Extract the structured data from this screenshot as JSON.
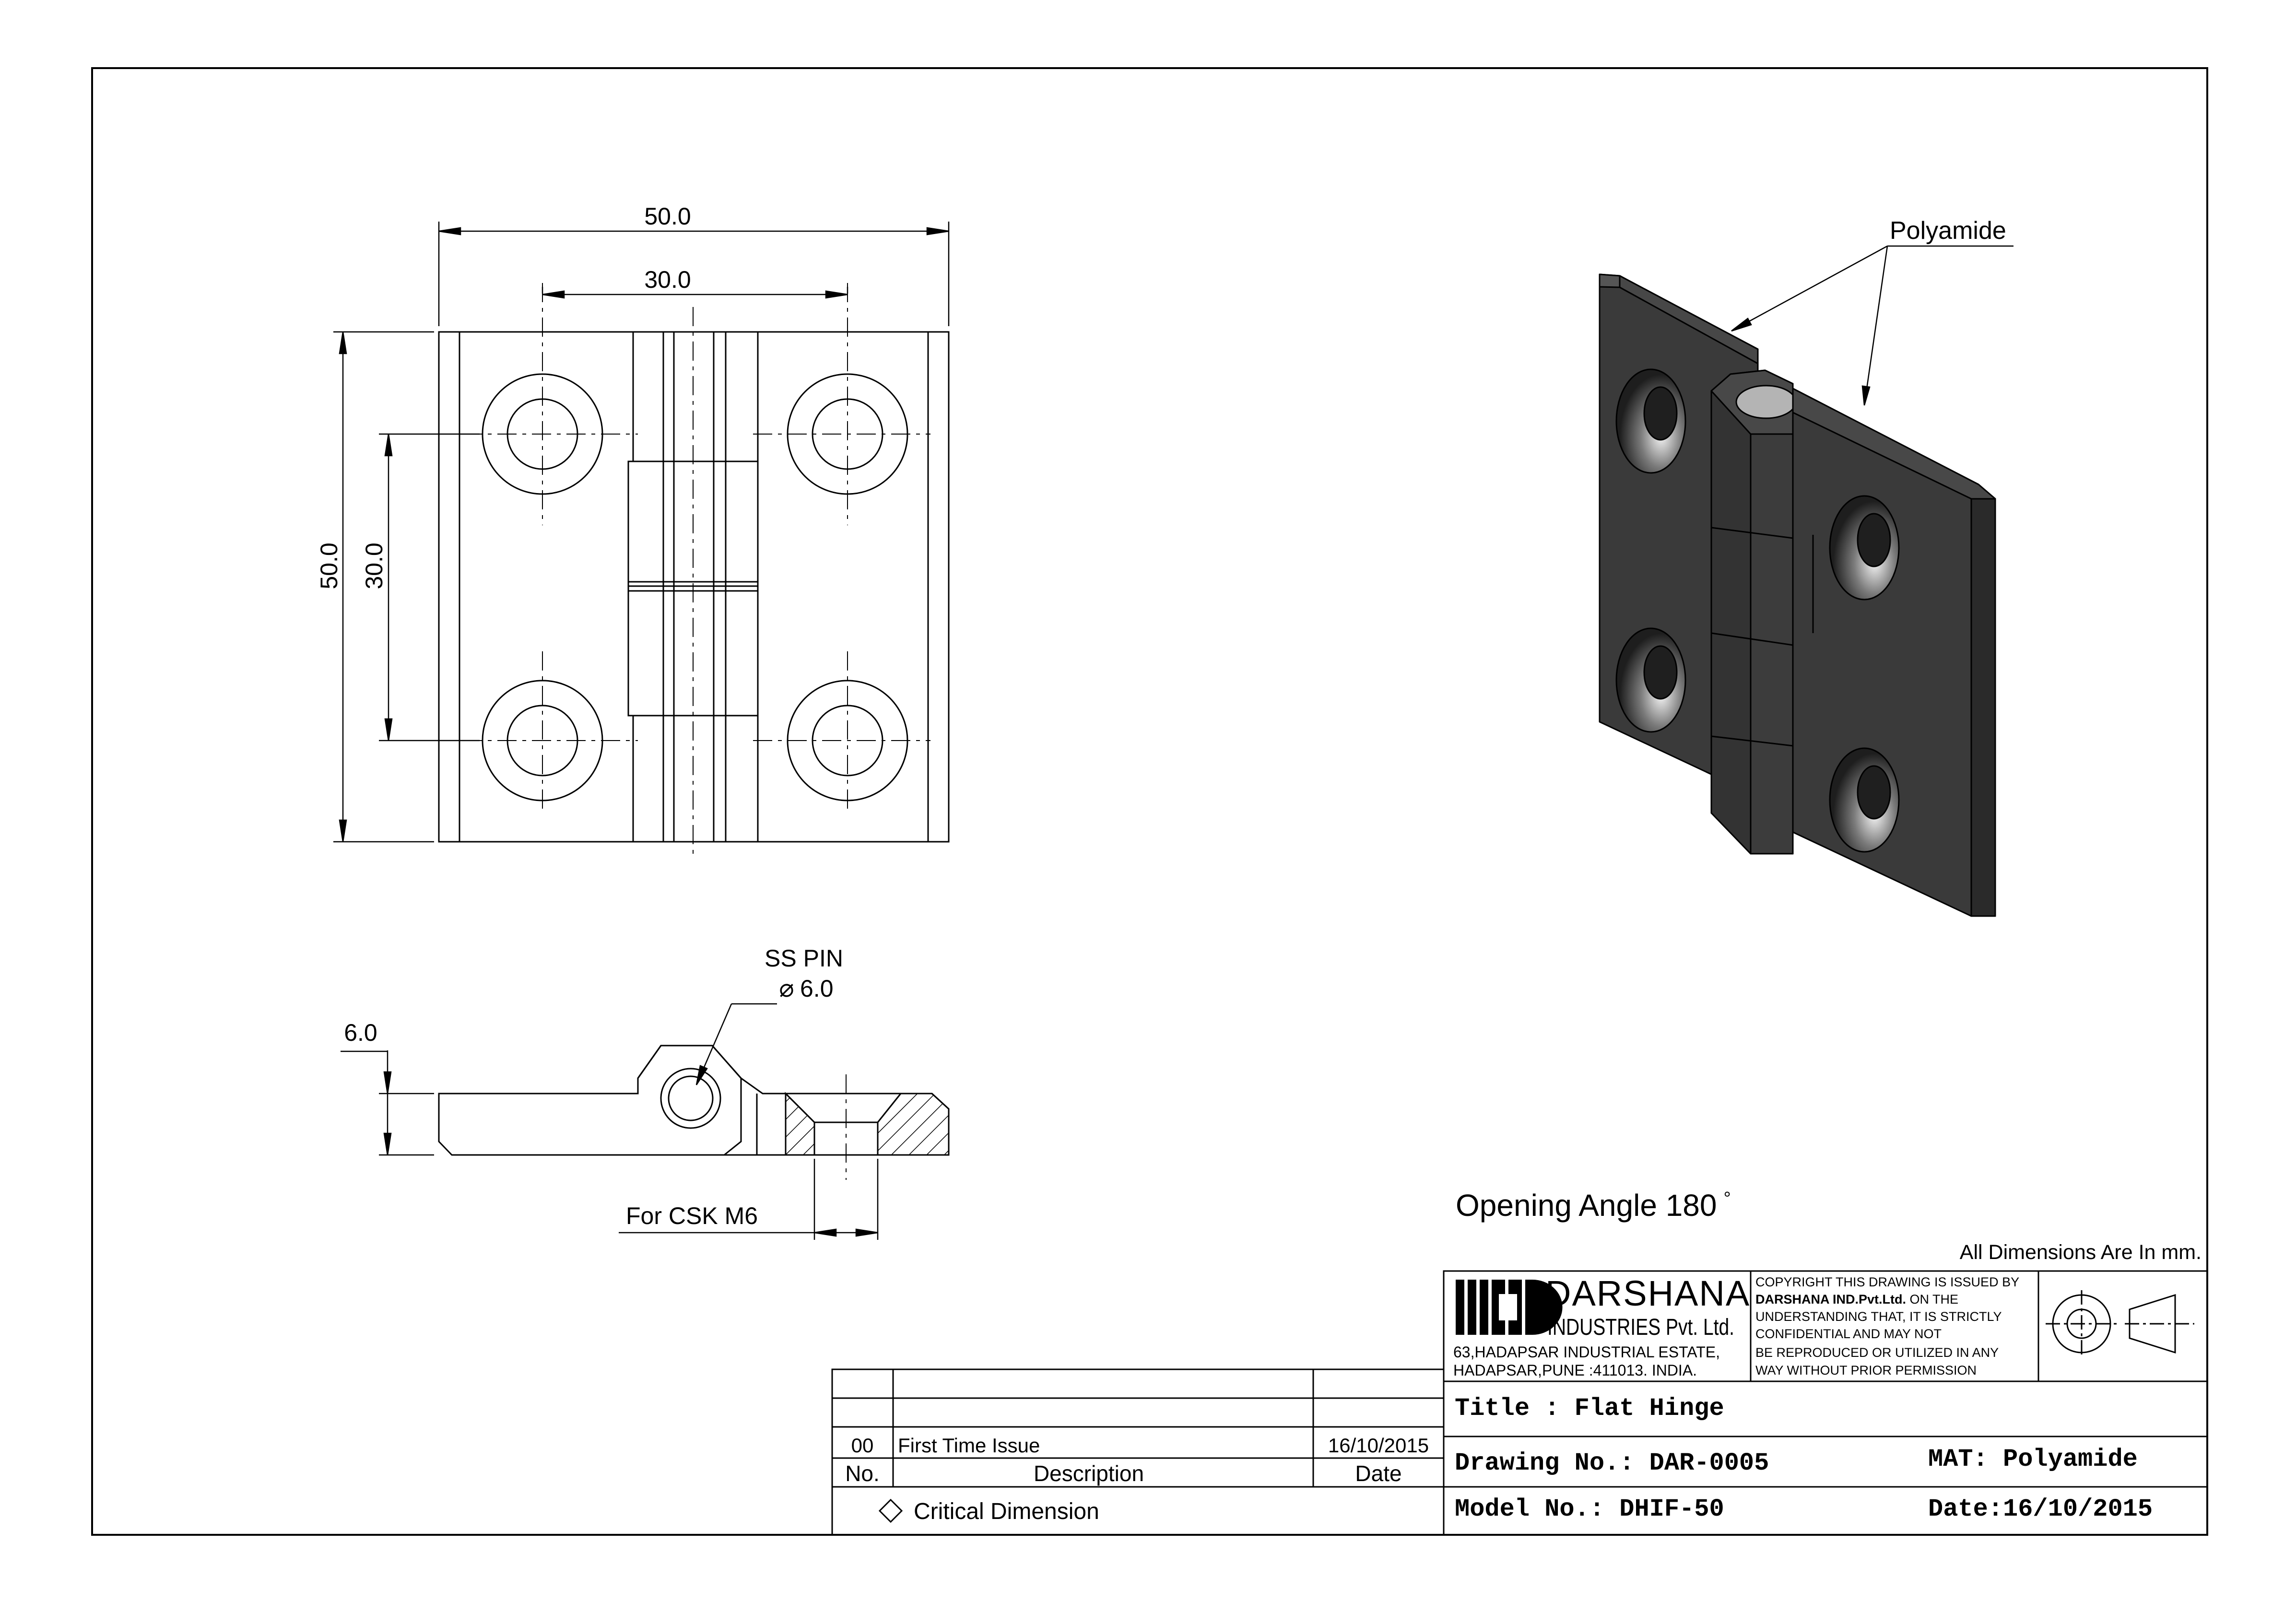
{
  "dimensions": {
    "overall_width": "50.0",
    "hole_spacing_x": "30.0",
    "overall_height": "50.0",
    "hole_spacing_y": "30.0",
    "thickness": "6.0"
  },
  "callouts": {
    "pin_label": "SS PIN",
    "pin_diameter": "6.0",
    "csk_label": "For CSK M6",
    "material_leader": "Polyamide"
  },
  "notes": {
    "opening_angle": "Opening Angle 180",
    "degree_symbol": "°",
    "units": "All Dimensions Are In mm."
  },
  "company": {
    "name": "DARSHANA",
    "subname": "INDUSTRIES Pvt. Ltd.",
    "address1": "63,HADAPSAR INDUSTRIAL ESTATE,",
    "address2": "HADAPSAR,PUNE :411013. INDIA."
  },
  "copyright": {
    "line1": "COPYRIGHT THIS DRAWING IS ISSUED BY",
    "line2_bold": "DARSHANA IND.Pvt.Ltd.",
    "line2_rest": " ON THE",
    "line3": "UNDERSTANDING THAT, IT IS STRICTLY",
    "line4": "CONFIDENTIAL AND MAY NOT",
    "line5": "BE REPRODUCED OR UTILIZED IN ANY",
    "line6": "WAY WITHOUT PRIOR PERMISSION"
  },
  "title_block": {
    "title": "Title : Flat Hinge",
    "drawing_no": "Drawing No.: DAR-0005",
    "material": "MAT: Polyamide",
    "model_no": "Model No.: DHIF-50",
    "date": "Date:16/10/2015"
  },
  "revision": {
    "rows": [
      {
        "no": "00",
        "description": "First Time Issue",
        "date": "16/10/2015"
      }
    ],
    "headers": {
      "no": "No.",
      "description": "Description",
      "date": "Date"
    },
    "critical_dimension": "Critical Dimension"
  },
  "colors": {
    "line": "#000000",
    "hinge_dark": "#3b3b3b",
    "hinge_mid": "#2f2f2f",
    "hinge_light": "#555555",
    "pin": "#b4b4b4"
  }
}
